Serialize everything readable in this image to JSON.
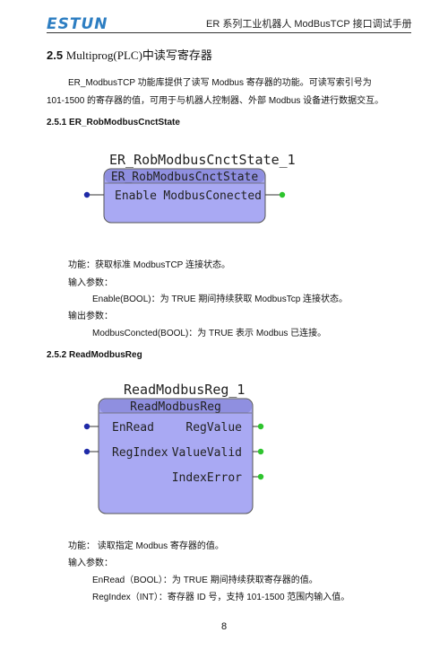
{
  "header": {
    "logo": "ESTUN",
    "title": "ER 系列工业机器人 ModBusTCP 接口调试手册"
  },
  "section": {
    "number": "2.5",
    "title": "Multiprog(PLC)中读写寄存器",
    "intro_line1": "ER_ModbusTCP 功能库提供了读写 Modbus 寄存器的功能。可读写索引号为",
    "intro_line2": "101-1500 的寄存器的值，可用于与机器人控制器、外部 Modbus  设备进行数据交互。"
  },
  "block1": {
    "heading": "2.5.1   ER_RobModbusCnctState",
    "instance_name": "ER_RobModbusCnctState_1",
    "type_name": "ER_RobModbusCnctState",
    "input": "Enable",
    "output": "ModbusConected",
    "function": "功能：获取标准 ModbusTCP 连接状态。",
    "input_title": "输入参数：",
    "input_desc": "Enable(BOOL)：为 TRUE 期间持续获取 ModbusTcp 连接状态。",
    "output_title": "输出参数：",
    "output_desc": "ModbusConcted(BOOL)：为 TRUE 表示 Modbus 已连接。"
  },
  "block2": {
    "heading": "2.5.2 ReadModbusReg",
    "instance_name": "ReadModbusReg_1",
    "type_name": "ReadModbusReg",
    "inputs": [
      "EnRead",
      "RegIndex"
    ],
    "outputs": [
      "RegValue",
      "ValueValid",
      "IndexError"
    ],
    "function": "功能：   读取指定 Modbus 寄存器的值。",
    "input_title": "输入参数：",
    "input_desc1": "EnRead（BOOL）：为 TRUE 期间持续获取寄存器的值。",
    "input_desc2": "RegIndex（INT）：寄存器 ID 号，支持 101-1500 范围内输入值。"
  },
  "footer": {
    "page_number": "8"
  },
  "colors": {
    "logo": "#2d7ec2",
    "block_fill": "#a9a9f3",
    "block_title": "#8f8fe0",
    "input_pin": "#1f2aa8",
    "output_pin": "#2ec42e"
  }
}
